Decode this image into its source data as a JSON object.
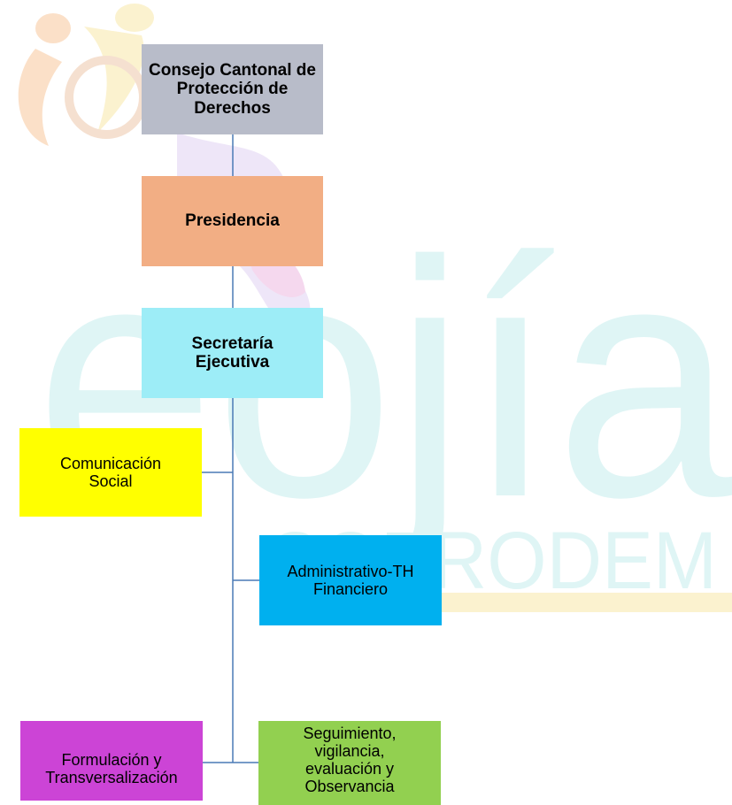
{
  "colors": {
    "line": "#4a7ab5",
    "watermark_teal": "#dff5f5",
    "watermark_gold": "#fbf2cf",
    "watermark_orange": "#fbe0c8",
    "watermark_pink": "#f5d8ee",
    "watermark_lavender": "#eee6f8"
  },
  "watermark": {
    "letters": "eojía",
    "brand": "COPRODEM"
  },
  "nodes": {
    "consejo": {
      "label": "Consejo Cantonal de Protección de Derechos",
      "color": "#b8bcc9"
    },
    "presidencia": {
      "label": "Presidencia",
      "color": "#f2ae84"
    },
    "secretaria": {
      "label": "Secretaría Ejecutiva",
      "color": "#9dedf7"
    },
    "comunicacion": {
      "label": "Comunicación Social",
      "color": "#ffff00"
    },
    "administrativo": {
      "label": "Administrativo-TH Financiero",
      "color": "#00b0ef"
    },
    "formulacion": {
      "label": "Formulación y Transversalización",
      "color": "#cc44d6"
    },
    "seguimiento": {
      "label": "Seguimiento, vigilancia, evaluación y Observancia",
      "color": "#92d050"
    }
  }
}
